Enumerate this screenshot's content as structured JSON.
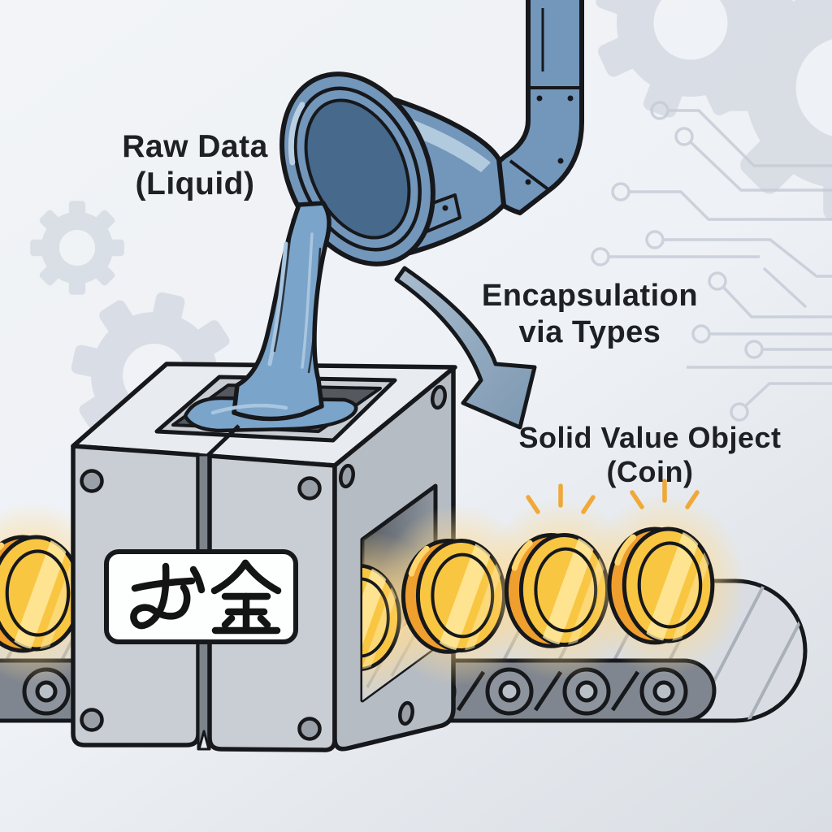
{
  "annotations": {
    "raw_data": {
      "line1": "Raw Data",
      "line2": "(Liquid)"
    },
    "encapsulation": {
      "line1": "Encapsulation",
      "line2": "via Types"
    },
    "solid_value_object": {
      "line1": "Solid Value Object",
      "line2": "(Coin)"
    }
  },
  "mold": {
    "label": "お金"
  },
  "colors": {
    "liquid_blue": "#7396bb",
    "liquid_blue_dark": "#47698b",
    "machine_gray": "#c9ced4",
    "machine_gray_dark": "#b6bcc4",
    "coin_gold": "#f9c642",
    "coin_gold_dark": "#ee9f2d",
    "glow": "#ffd98c",
    "outline": "#16181b",
    "background": "#eef1f5",
    "background_decor": "#cbd2dc"
  },
  "icons": [
    "gear-icon",
    "circuit-trace-icon",
    "pipe-icon",
    "funnel-icon",
    "liquid-stream-icon",
    "mold-machine-icon",
    "conveyor-belt-icon",
    "coin-icon",
    "sparkle-icon",
    "curved-arrow-icon"
  ]
}
